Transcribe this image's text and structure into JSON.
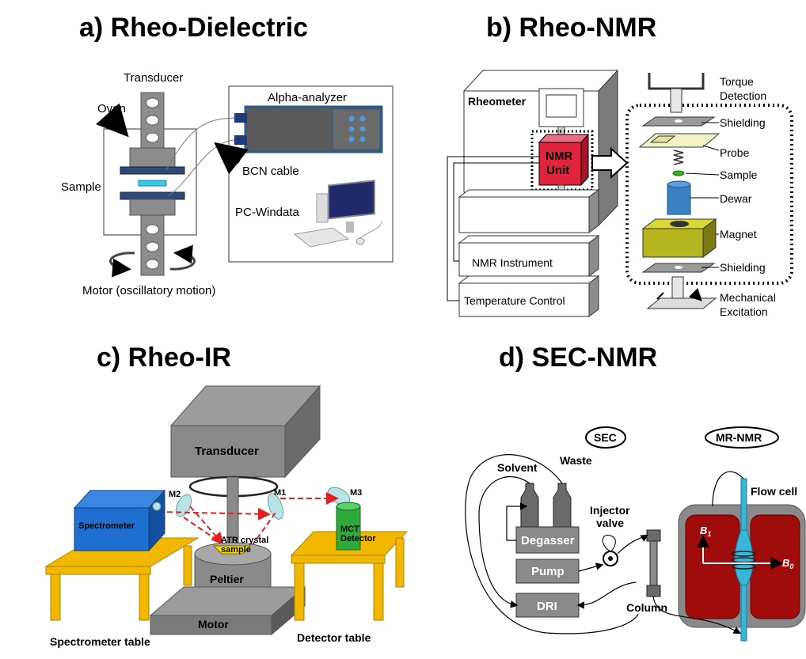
{
  "panels": {
    "a": {
      "title": "a) Rheo-Dielectric",
      "labels": {
        "transducer": "Transducer",
        "oven": "Oven",
        "sample": "Sample",
        "alpha_analyzer": "Alpha-analyzer",
        "bcn_cable": "BCN cable",
        "pc_windata": "PC-Windata",
        "motor": "Motor (oscillatory motion)"
      }
    },
    "b": {
      "title": "b) Rheo-NMR",
      "labels": {
        "rheometer": "Rheometer",
        "nmr_unit_1": "NMR",
        "nmr_unit_2": "Unit",
        "nmr_instrument": "NMR Instrument",
        "temperature_control": "Temperature Control",
        "torque_1": "Torque",
        "torque_2": "Detection",
        "shielding_top": "Shielding",
        "probe": "Probe",
        "sample": "Sample",
        "dewar": "Dewar",
        "magnet": "Magnet",
        "shielding_bottom": "Shielding",
        "mech_1": "Mechanical",
        "mech_2": "Excitation"
      }
    },
    "c": {
      "title": "c) Rheo-IR",
      "labels": {
        "transducer": "Transducer",
        "spectrometer": "Spectrometer",
        "m1": "M1",
        "m2": "M2",
        "m3": "M3",
        "mct_1": "MCT",
        "mct_2": "Detector",
        "atr_1": "ATR crystal",
        "atr_2": "sample",
        "peltier": "Peltier",
        "motor": "Motor",
        "spectrometer_table": "Spectrometer table",
        "detector_table": "Detector table"
      }
    },
    "d": {
      "title": "d) SEC-NMR",
      "labels": {
        "sec": "SEC",
        "mr_nmr": "MR-NMR",
        "solvent": "Solvent",
        "waste": "Waste",
        "injector_1": "Injector",
        "injector_2": "valve",
        "degasser": "Degasser",
        "pump": "Pump",
        "dri": "DRI",
        "column": "Column",
        "flow_cell": "Flow cell",
        "b1": "B",
        "b1_sub": "1",
        "b0": "B",
        "b0_sub": "0"
      }
    }
  },
  "colors": {
    "gray_body": "#8c8c8c",
    "blue_analyzer": "#2e5a8a",
    "nmr_red": "#e0243c",
    "magnet_olive": "#b5b520",
    "dewar_blue": "#3b82c4",
    "spectrometer_blue": "#1f6fd0",
    "table_yellow": "#f2b800",
    "beam_red": "#e32020",
    "detector_green": "#2faa3a",
    "mr_red": "#a00c0c",
    "flow_cell_cyan": "#38b6d8"
  }
}
